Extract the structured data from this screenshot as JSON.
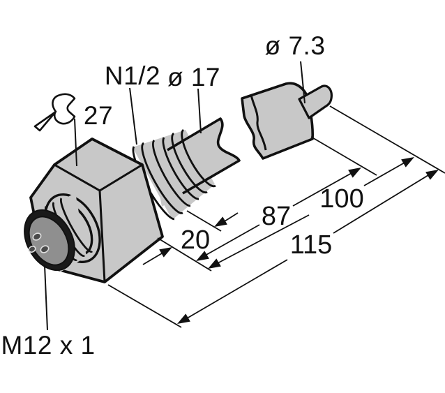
{
  "figure": {
    "kind": "technical-dimension-drawing",
    "subject": "threaded immersion flow sensor with M12 connector",
    "labels": {
      "tip_diameter": "ø 7.3",
      "process_thread": "N1/2",
      "tube_diameter": "ø 17",
      "wrench_size": "27",
      "connector_thread": "M12 x 1"
    },
    "dimensions": {
      "thread_length": "20",
      "tube_length": "87",
      "probe_length": "100",
      "total_length": "115"
    },
    "icons": {
      "wrench_icon": "open-end-wrench"
    },
    "colors": {
      "background": "#ffffff",
      "body_fill": "#c8c8c8",
      "outline": "#111111",
      "connector_face_ring": "#1a1a1a",
      "connector_face": "#8f8f8f",
      "pin_fill": "#4a4a4a",
      "pin_outline": "#e0e0e0"
    }
  }
}
